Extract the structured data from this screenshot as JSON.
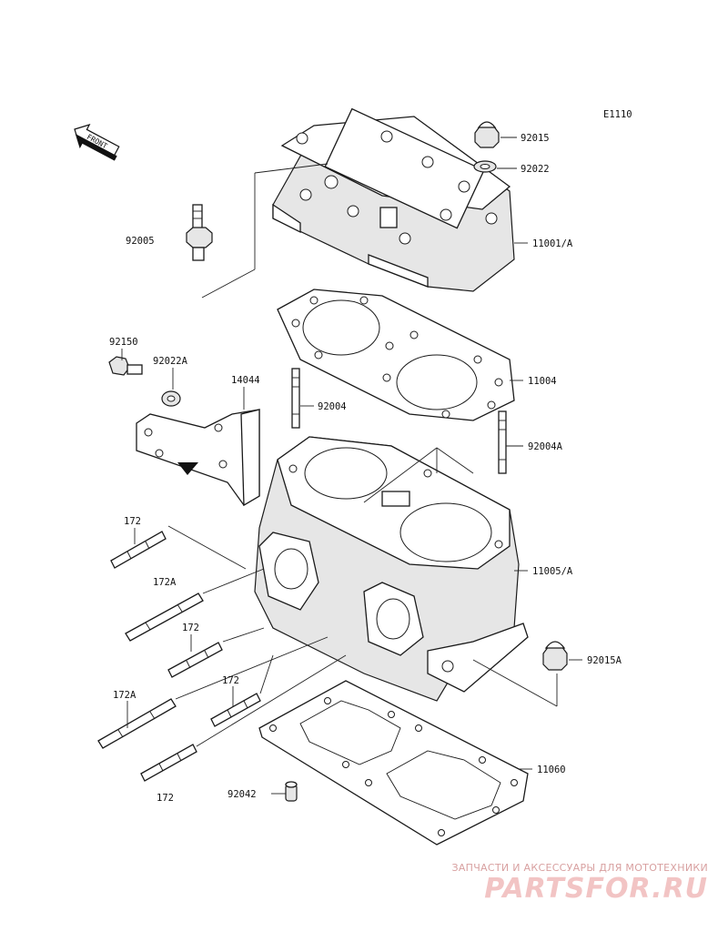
{
  "diagram": {
    "code": "E1110",
    "front_label": "FRONT",
    "callouts": [
      "92015",
      "92022",
      "92005",
      "11001/A",
      "11004",
      "92150",
      "92022A",
      "14044",
      "92004",
      "92004A",
      "172",
      "11005/A",
      "172A",
      "172",
      "92015A",
      "172A",
      "172",
      "11060",
      "92042",
      "172"
    ]
  },
  "watermark": {
    "tagline": "ЗАПЧАСТИ И АКСЕССУАРЫ ДЛЯ МОТОТЕХНИКИ",
    "logo": "PARTSFOR.RU"
  }
}
